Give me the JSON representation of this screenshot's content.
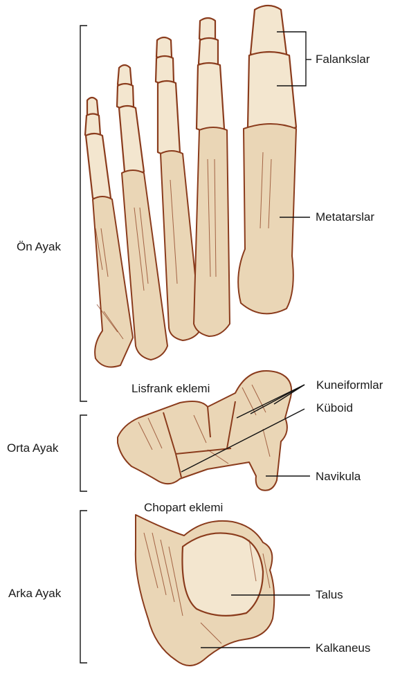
{
  "labels": {
    "falankslar": "Falankslar",
    "metatarslar": "Metatarslar",
    "kuneiformlar": "Kuneiformlar",
    "kuboid": "Küboid",
    "navikula": "Navikula",
    "talus": "Talus",
    "kalkaneus": "Kalkaneus",
    "lisfrank": "Lisfrank eklemi",
    "chopart": "Chopart eklemi"
  },
  "regions": {
    "on_ayak": "Ön Ayak",
    "orta_ayak": "Orta Ayak",
    "arka_ayak": "Arka Ayak"
  },
  "colors": {
    "bone_fill": "#f3e6cf",
    "bone_outline": "#8a3b1c",
    "text": "#1a1a1a"
  }
}
